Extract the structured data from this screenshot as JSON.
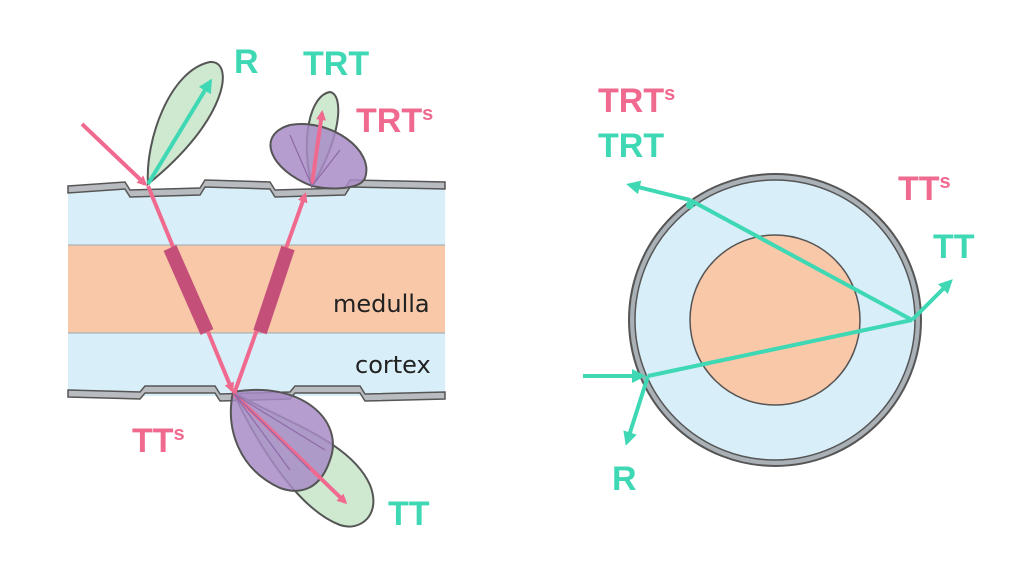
{
  "colors": {
    "pink": "#f06a8f",
    "teal": "#3fd8b4",
    "cortex": "#d8eef8",
    "medulla": "#f8c8a8",
    "lobe_green": "#cfe8d0",
    "lobe_purple": "#a88cc8",
    "outline": "#555555"
  },
  "left": {
    "label_R": "R",
    "label_TRT": "TRT",
    "label_TRTs_main": "TRT",
    "label_TRTs_sup": "s",
    "label_TTs_main": "TT",
    "label_TTs_sup": "s",
    "label_TT": "TT",
    "label_medulla": "medulla",
    "label_cortex": "cortex"
  },
  "right": {
    "label_TRTs_main": "TRT",
    "label_TRTs_sup": "s",
    "label_TRT": "TRT",
    "label_TTs_main": "TT",
    "label_TTs_sup": "s",
    "label_TT": "TT",
    "label_R": "R"
  }
}
